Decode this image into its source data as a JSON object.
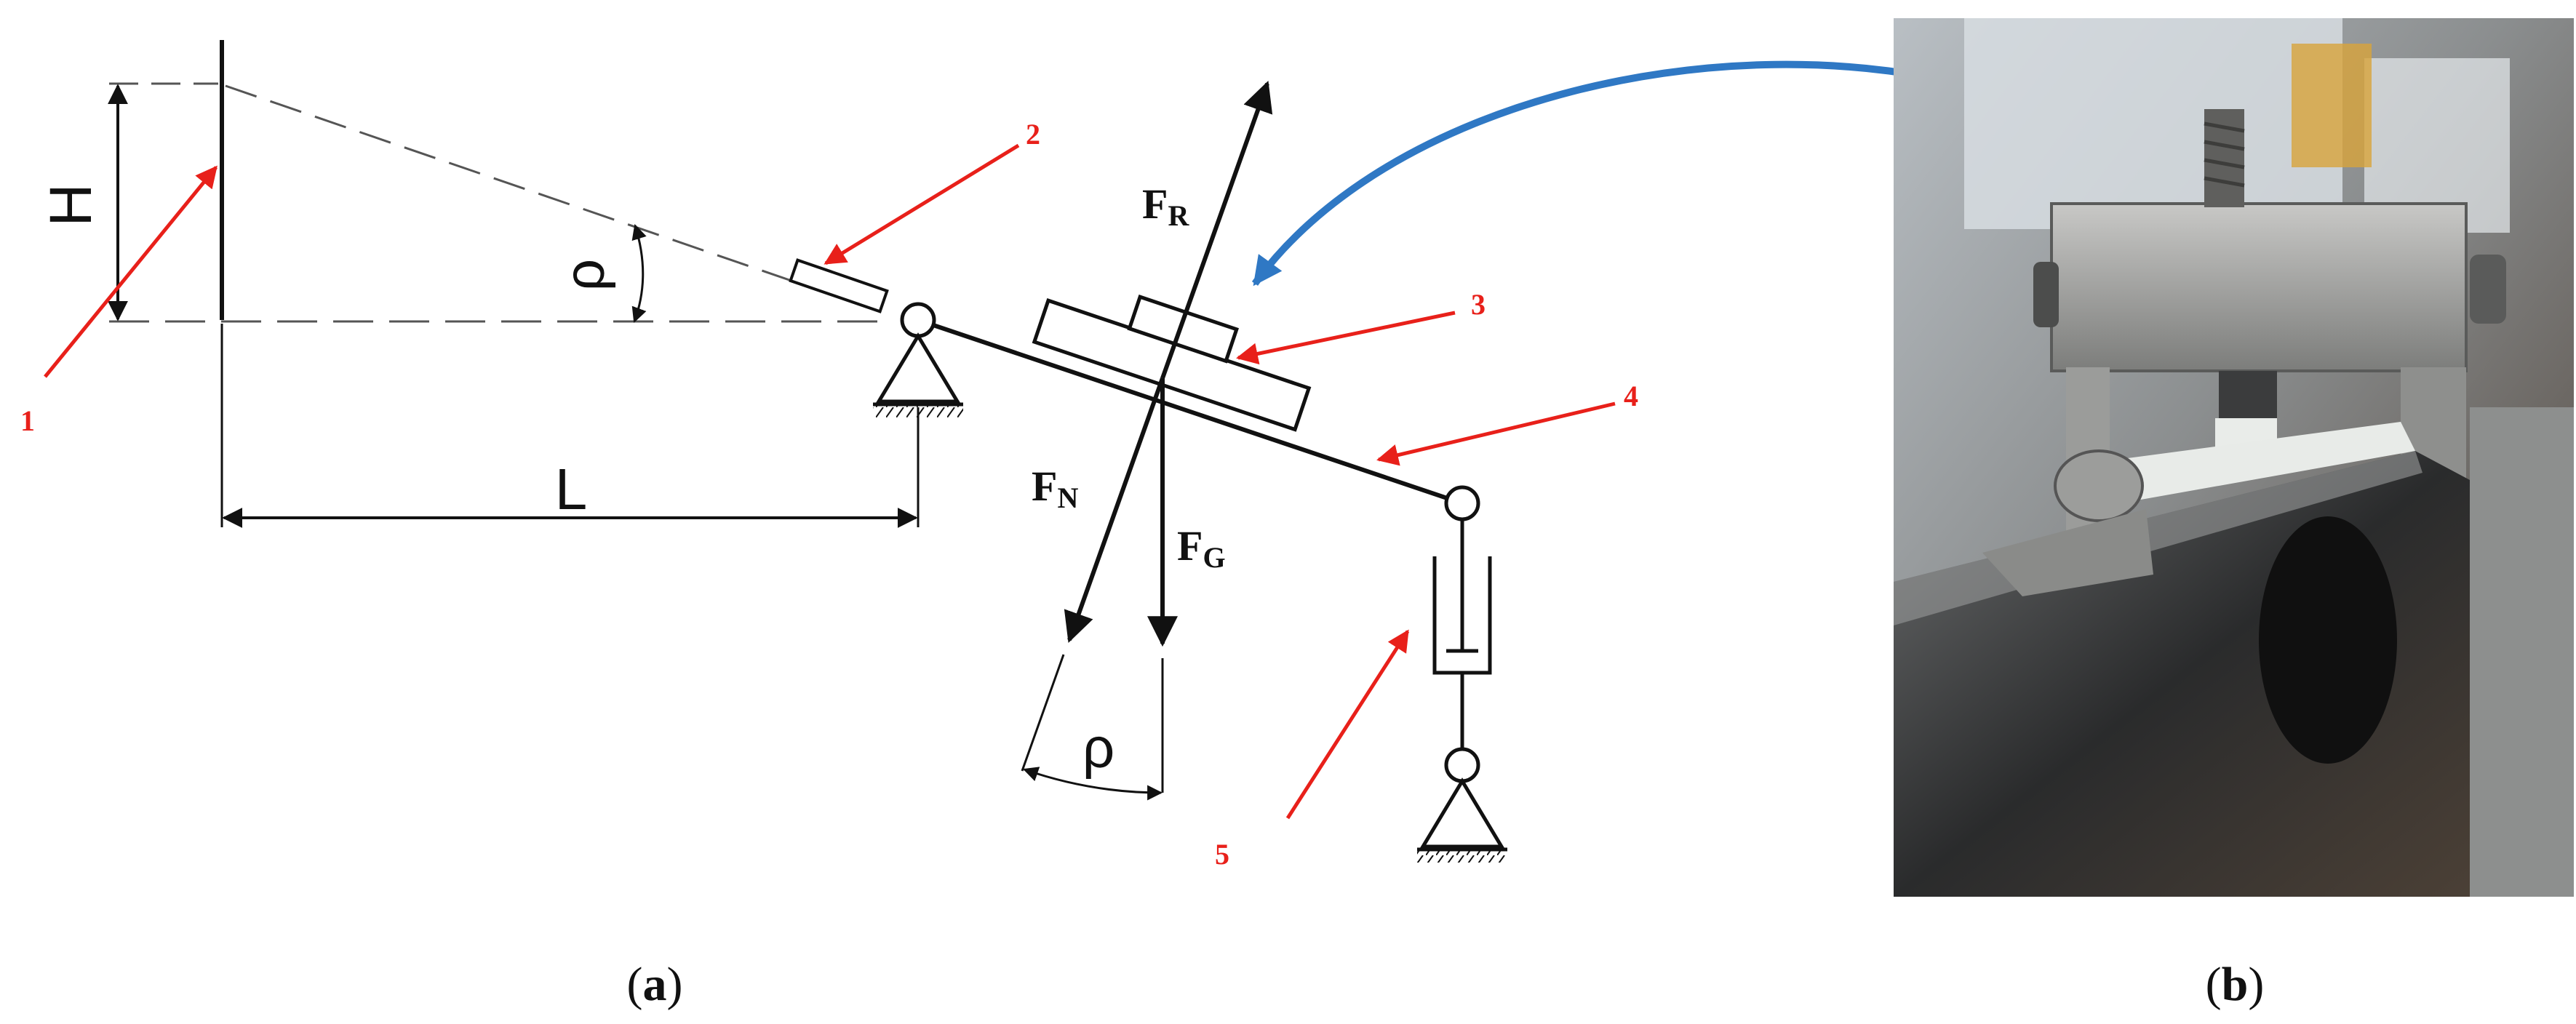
{
  "labels": {
    "part1": "1",
    "part2": "2",
    "part3": "3",
    "part4": "4",
    "part5": "5",
    "height": "H",
    "length": "L",
    "angle_top": "ρ",
    "angle_bottom": "ρ",
    "force_resultant_main": "F",
    "force_resultant_sub": "R",
    "force_normal_main": "F",
    "force_normal_sub": "N",
    "force_gravity_main": "F",
    "force_gravity_sub": "G"
  },
  "captions": {
    "a_open": "(",
    "a_letter": "a",
    "a_close": ")",
    "b_open": "(",
    "b_letter": "b",
    "b_close": ")"
  },
  "colors": {
    "callout": "#e8201a",
    "link_arrow": "#2f78c4",
    "line": "#111111"
  }
}
